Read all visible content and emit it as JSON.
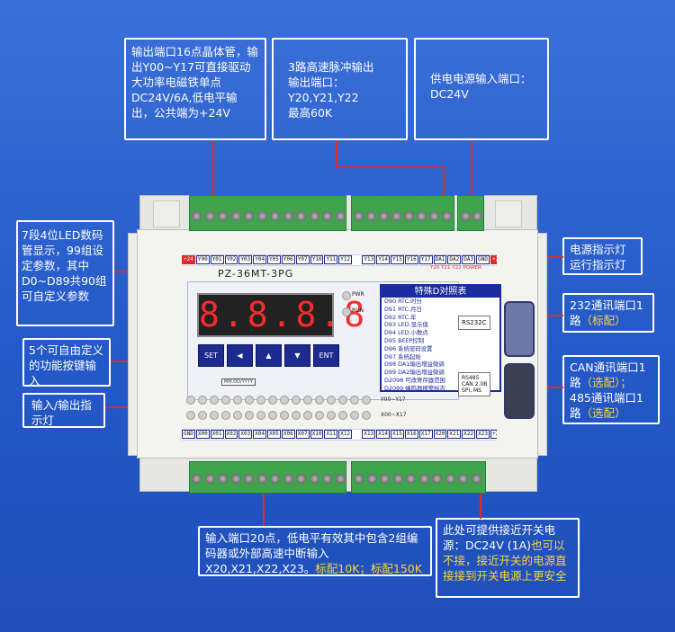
{
  "callouts": {
    "output_port": "输出端口16点晶体管，输出Y00~Y17可直接驱动大功率电磁铁单点DC24V/6A,低电平输出，公共端为+24V",
    "pulse_output": [
      "3路高速脉冲输出",
      "输出端口：",
      "Y20,Y21,Y22",
      "最高60K"
    ],
    "power_input": [
      "供电电源输入端口：",
      "DC24V"
    ],
    "led_display": "7段4位LED数码管显示，99组设定参数，其中D0~D89共90组可自定义参数",
    "function_keys": "5个可自由定义的功能按键输入",
    "io_indicator": "输入/输出指示灯",
    "power_run_led": [
      "电源指示灯",
      "运行指示灯"
    ],
    "rs232": {
      "text": "232通讯端口1路",
      "note": "（标配）"
    },
    "can485": {
      "line1": "CAN通讯端口1路",
      "note1": "（选配）；",
      "line2": "485通讯端口1路",
      "note2": "（选配）"
    },
    "input_port": {
      "text": "输入端口20点，低电平有效其中包含2组编码器或外部高速中断输入X20,X21,X22,X23。",
      "note": "标配10K；标配150K"
    },
    "proximity": {
      "text": "此处可提供接近开关电源：DC24V (1A)",
      "note": "也可以不接，接近开关的电源直接接到开关电源上更安全"
    }
  },
  "device": {
    "model": "PZ-36MT-3PG",
    "led_value": "8.8.8.8",
    "pwr_label": "PWR",
    "run_label": "RUN",
    "buttons": [
      "SET",
      "◀",
      "▲",
      "▼",
      "ENT"
    ],
    "date_label": "MM.DD/YYYY",
    "top_terminals": [
      "+24",
      "Y00",
      "Y01",
      "Y02",
      "Y03",
      "Y04",
      "Y05",
      "Y06",
      "Y07",
      "Y10",
      "Y11",
      "Y12",
      "",
      "Y13",
      "Y14",
      "Y15",
      "Y16",
      "Y17",
      "DA1",
      "DA2",
      "DA3",
      "GND",
      "+24"
    ],
    "top_sub_labels": "Y20 Y21 Y22  POWER",
    "bottom_terminals": [
      "GND",
      "X00",
      "X01",
      "X02",
      "X03",
      "X04",
      "X05",
      "X06",
      "X07",
      "X10",
      "X11",
      "X12",
      "",
      "X13",
      "X14",
      "X15",
      "X16",
      "X17",
      "X20",
      "X21",
      "X22",
      "X23",
      "+24"
    ],
    "y_label": "Y00~Y17",
    "x_label": "X00~X17",
    "rs232_label": "RS232C",
    "rs485_label": "RS485\nCAN 2.0B\nSPI, MS",
    "table_title": "特殊D对照表",
    "table_rows": [
      "D90  RTC.时分",
      "D91  RTC.月日",
      "D92  RTC.年",
      "D93  LED.显示值",
      "D94  LED.小数点",
      "D95  BEEP控制",
      "D96  系统密码设置",
      "D97  系统起始",
      "D98  DA1输出增益微调",
      "D99  DA2输出增益微调",
      "D2098  可改寄存器范围",
      "D2099  蜂鸣器报警标志"
    ]
  }
}
